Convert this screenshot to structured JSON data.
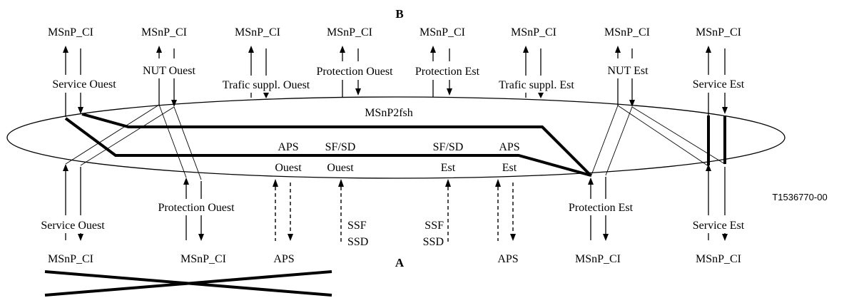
{
  "labels": {
    "point_b": "B",
    "point_a": "A",
    "ellipse_label": "MSnP2fsh",
    "figure_ref": "T1536770-00",
    "msnp_ci": "MSnP_CI",
    "service_ouest": "Service Ouest",
    "service_est": "Service Est",
    "nut_ouest": "NUT Ouest",
    "nut_est": "NUT Est",
    "protection_ouest": "Protection Ouest",
    "protection_est": "Protection Est",
    "trafic_ouest": "Trafic suppl. Ouest",
    "trafic_est": "Trafic suppl. Est",
    "aps": "APS",
    "sfsd": "SF/SD",
    "ouest": "Ouest",
    "est": "Est",
    "ssf": "SSF",
    "ssd": "SSD"
  }
}
